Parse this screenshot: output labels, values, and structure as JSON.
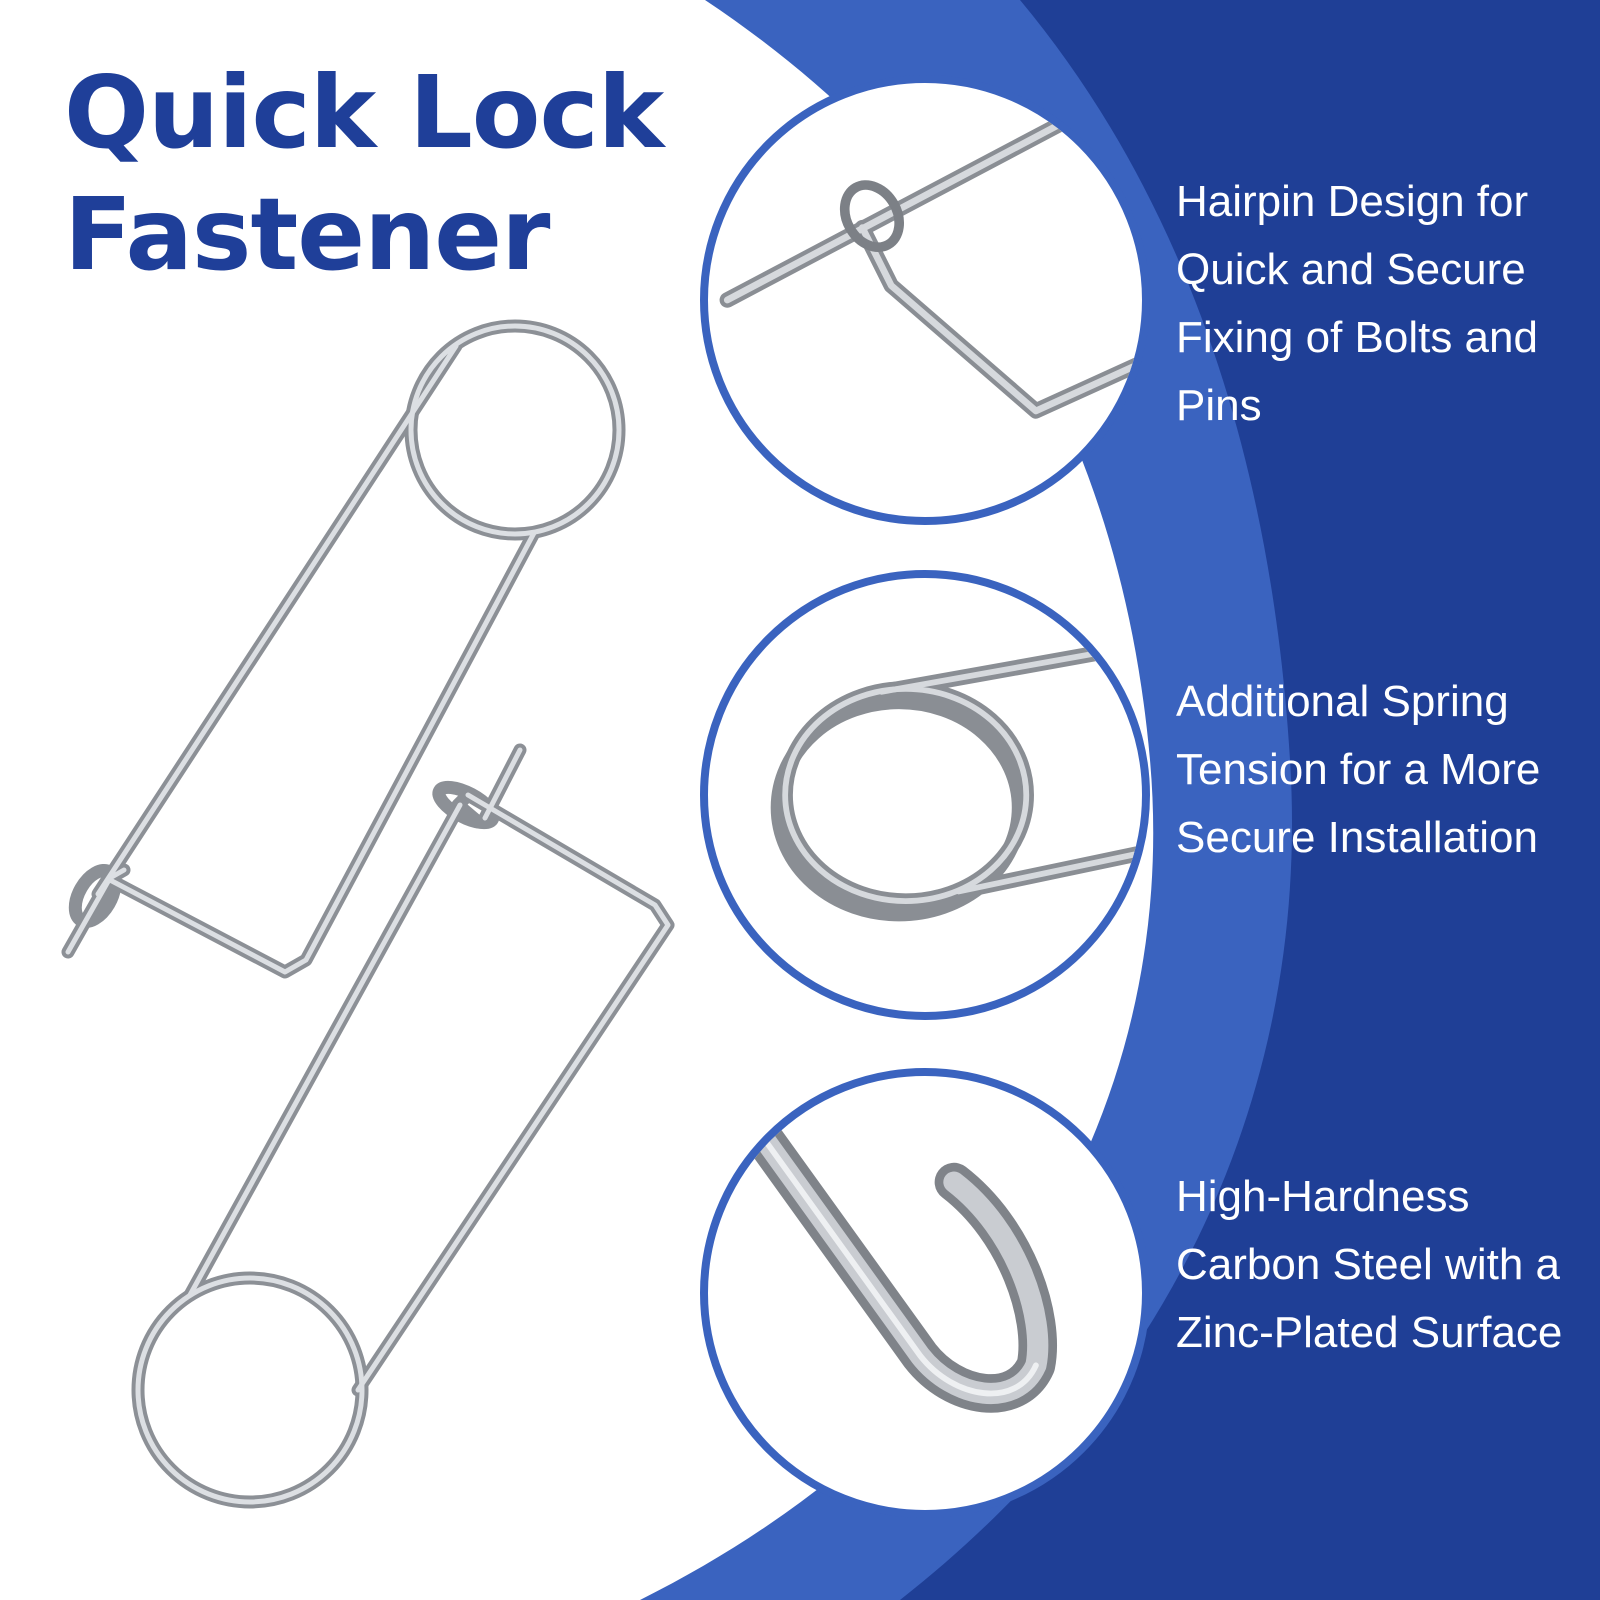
{
  "title": {
    "line1": "Quick Lock",
    "line2": "Fastener"
  },
  "features": [
    {
      "text": "Hairpin Design for Quick and Secure Fixing of Bolts and Pins",
      "image": "hairpin-lock-detail"
    },
    {
      "text": "Additional Spring Tension for a More Secure Installation",
      "image": "spring-coil-detail"
    },
    {
      "text": "High-Hardness Carbon Steel with a Zinc-Plated Surface",
      "image": "hook-end-detail"
    }
  ],
  "colors": {
    "title": "#1f3f99",
    "band_light": "#3a63bf",
    "band_dark": "#1f3f96",
    "steel": "#a9adb3",
    "text_on_blue": "#ffffff"
  }
}
